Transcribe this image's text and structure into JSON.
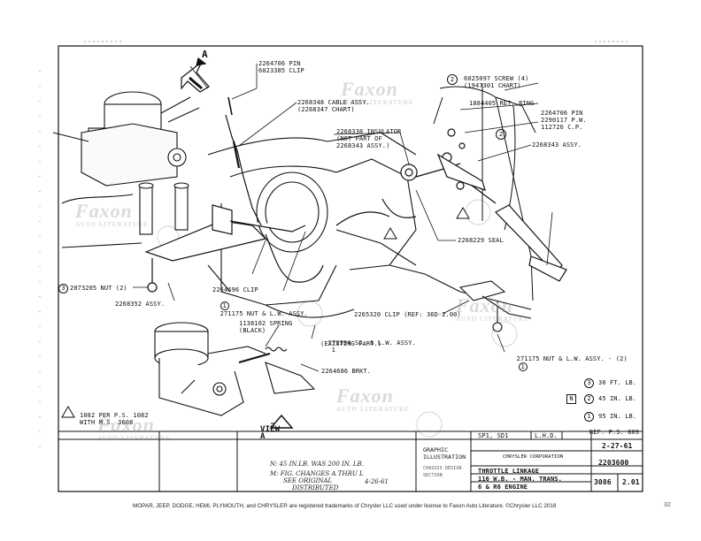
{
  "callouts": {
    "pin_6023385": "2264706 PIN\n6023385 CLIP",
    "cable_assy": "2268348 CABLE ASSY.\n(2268347 CHART)",
    "insulator": "2268338 INSULATOR\n(NOT PART OF\n2268343 ASSY.)",
    "screw": "6025097 SCREW (4)\n(1947301 CHART)",
    "ret_ring": "1884405 RET. RING",
    "pin_2290117": "2264706 PIN\n2290117 P.W.\n112726 C.P.",
    "assy_2268343": "2268343 ASSY.",
    "seal": "2268229 SEAL",
    "nut_2073205": "2073205 NUT (2)",
    "assy_2268352": "2268352 ASSY.",
    "clip_2264696": "2264696 CLIP",
    "nut_lw_271175_a": "271175 NUT & L.W. ASSY.",
    "clip_2265320": "2265320 CLIP (REF: 36D-2.00)",
    "spring": "1138102 SPRING\n(BLACK)",
    "sc_lw_273394": "273394 SC. & L.W. ASSY.",
    "existing_part": "(EXISTING PART.)",
    "brkt": "2264686 BRKT.",
    "nut_lw_271175_b": "271175 NUT & L.W. ASSY. - (2)",
    "note_1": "1082 PER P.S. 1082\nWITH M.S. 3608",
    "view_label": "VIEW"
  },
  "markers": {
    "view_letter": "A",
    "circle_2": "2",
    "circle_3": "3",
    "circle_1": "1"
  },
  "torque_legend": [
    {
      "symbol": "3",
      "shape": "circle",
      "value": "30 FT. LB."
    },
    {
      "symbol": "N",
      "shape": "square",
      "value": ""
    },
    {
      "symbol": "2",
      "shape": "circle",
      "value": "45 IN. LB."
    },
    {
      "symbol": "1",
      "shape": "circle",
      "value": "95 IN. LB."
    }
  ],
  "ref_text": "REF: P.S. 809",
  "title_block": {
    "left_label": "GRAPHIC\nILLUSTRATION",
    "left_sub": "CHASSIS DESIGN\nSECTION",
    "codes": "SP1, SD1",
    "lhd": "L.H.D.",
    "company": "CHRYSLER CORPORATION",
    "date": "2-27-61",
    "drawing_no": "2203600",
    "title_line1": "THROTTLE LINKAGE",
    "title_line2": "116 W.B. - MAN. TRANS.",
    "title_line3": "6 & R6 ENGINE",
    "sheet": "3086",
    "rev": "2.01"
  },
  "revision_notes": {
    "line1": "N: 45 IN.LB. WAS 200 IN. LB.",
    "line2": "M: FIG. CHANGES A THRU L",
    "line3": "SEE ORIGINAL",
    "line4": "DISTRIBUTED",
    "date": "4-26-61"
  },
  "watermark": {
    "brand": "Faxon",
    "sub": "AUTO LITERATURE"
  },
  "footer": "MOPAR, JEEP, DODGE, HEMI, PLYMOUTH, and CHRYSLER are registered trademarks of Chrysler LLC used under license to Faxon Auto Literature. ©Chrysler LLC 2018",
  "page_number": "32"
}
